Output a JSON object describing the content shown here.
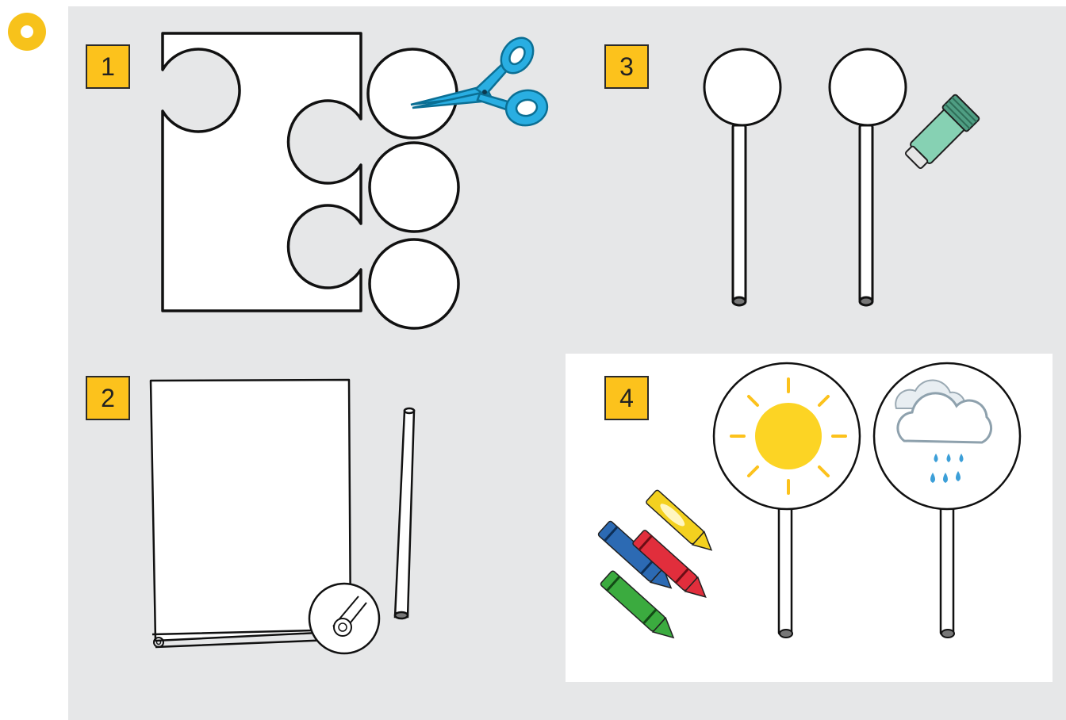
{
  "steps": [
    {
      "number": "1"
    },
    {
      "number": "2"
    },
    {
      "number": "3"
    },
    {
      "number": "4"
    }
  ],
  "colors": {
    "panel": "#e6e7e8",
    "badge": "#fcc21c",
    "bullet": "#f7c21b",
    "scissors": "#29aee2",
    "glue": "#86d1b3",
    "sun": "#fcd424",
    "rain": "#3c9fd8"
  },
  "icons": [
    "bullet-dot-icon",
    "scissors-icon",
    "glue-stick-icon",
    "sun-icon",
    "rain-cloud-icon",
    "crayons-icon"
  ]
}
